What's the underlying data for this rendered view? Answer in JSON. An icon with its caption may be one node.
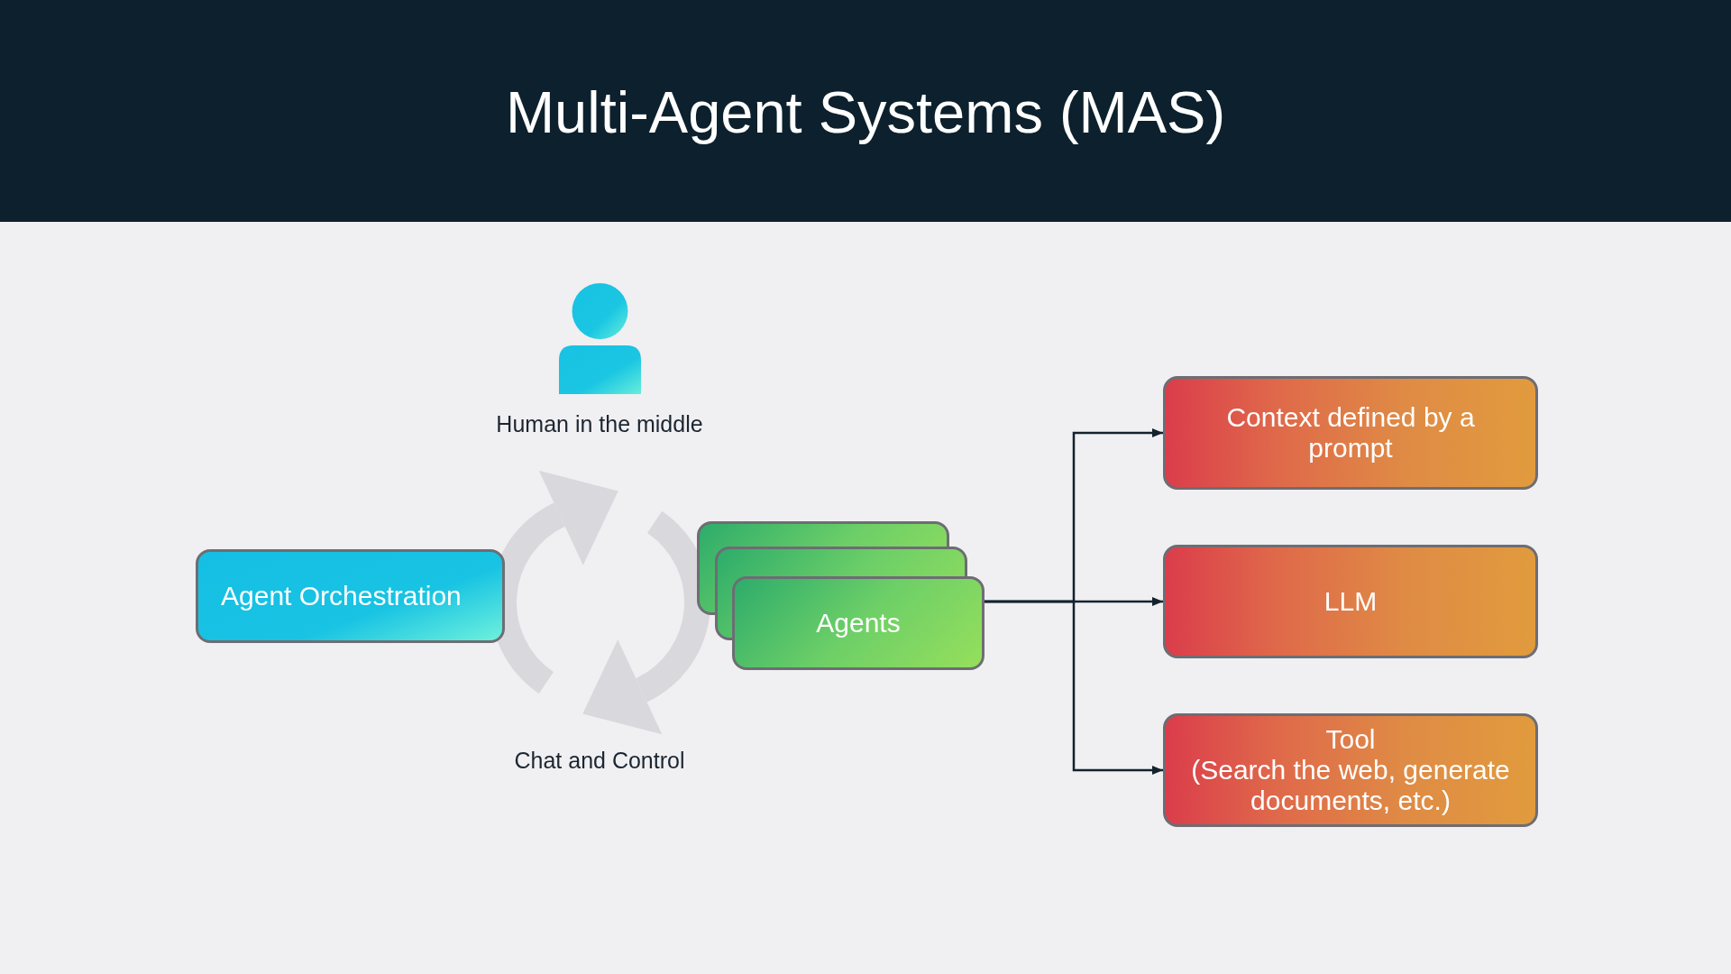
{
  "diagram": {
    "title": "Multi-Agent Systems (MAS)",
    "nodes": [
      {
        "text": [
          "Agent Orchestration"
        ]
      },
      {
        "text": [
          "Agents"
        ]
      },
      {
        "text": [
          "Context defined by a prompt"
        ]
      },
      {
        "text": [
          "LLM"
        ]
      },
      {
        "text": [
          "Tool",
          "(Search the web, generate documents, etc.)"
        ]
      }
    ],
    "edges": [
      {
        "from": 1,
        "to": 2,
        "arrow": "to"
      },
      {
        "from": 1,
        "to": 3,
        "arrow": "to"
      },
      {
        "from": 1,
        "to": 4,
        "arrow": "to"
      }
    ],
    "labels": [
      "Human in the middle",
      "Chat and Control"
    ]
  }
}
